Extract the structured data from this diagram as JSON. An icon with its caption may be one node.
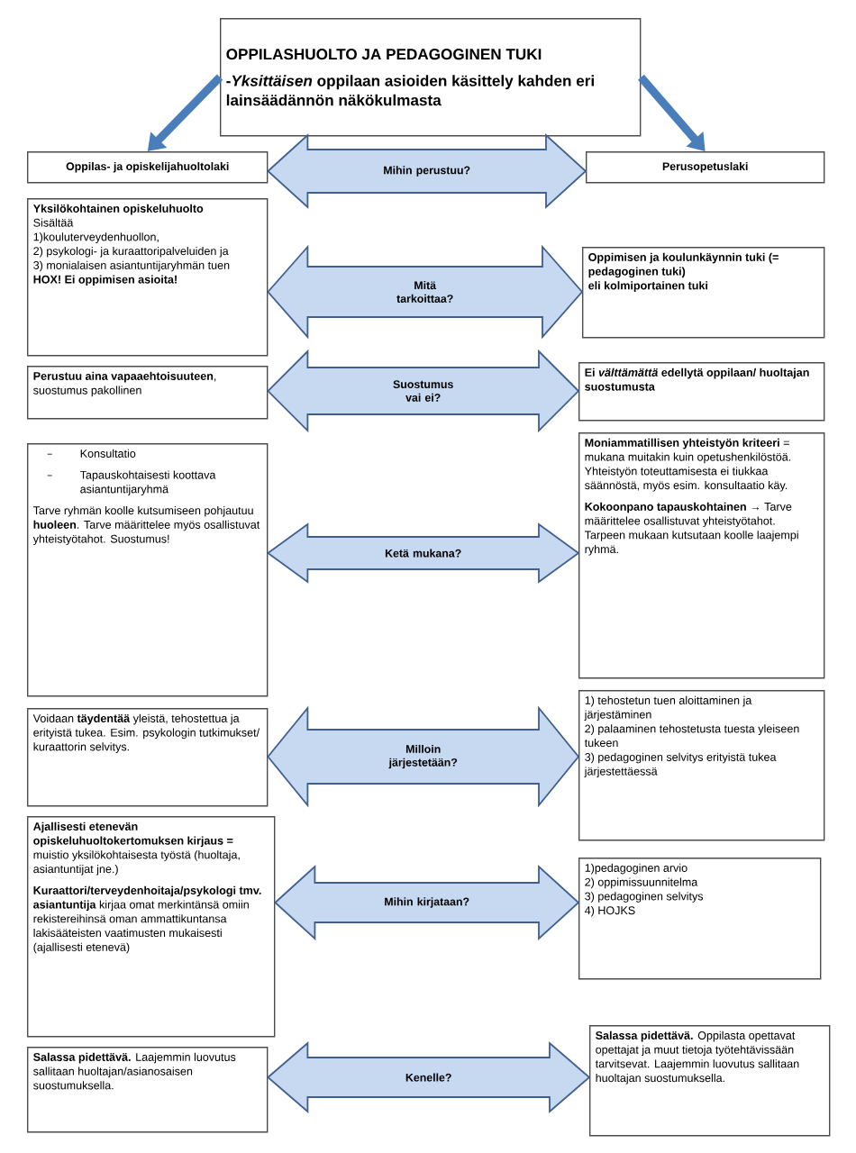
{
  "diagram": {
    "nodes": [
      {
        "text": [
          "OPPILASHUOLTO JA PEDAGOGINEN TUKI",
          "-*Yksittäisen* oppilaan asioiden käsittely kahden eri lainsäädännön näkökulmasta"
        ]
      },
      {
        "text": [
          "Oppilas- ja opiskelijahuoltolaki"
        ]
      },
      {
        "text": [
          "Perusopetuslaki"
        ]
      },
      {
        "text": [
          "Yksilökohtainen opiskeluhuolto",
          "Sisältää",
          "1)kouluterveydenhuollon,",
          "2) psykologi- ja kuraattoripalveluiden ja",
          "3) monialaisen asiantuntijaryhmän tuen",
          "HOX! Ei oppimisen asioita!"
        ]
      },
      {
        "text": [
          "Oppimisen ja koulunkäynnin tuki (= pedagoginen tuki)",
          "eli kolmiportainen tuki"
        ]
      },
      {
        "text": [
          "**Perustuu aina vapaaehtoisuuteen**, suostumus pakollinen"
        ]
      },
      {
        "text": [
          "Ei *välttämättä* edellytä oppilaan/ huoltajan suostumusta"
        ]
      },
      {
        "text": [
          "**Moniammatillisen yhteistyön kriteeri** = mukana muitakin kuin opetushenkilöstöä. Yhteistyön toteuttamisesta ei tiukkaa säännöstä, myös esim. konsultaatio käy.",
          "**Kokoonpano tapauskohtainen →** Tarve määrittelee osallistuvat yhteistyötahot. Tarpeen mukaan kutsutaan koolle laajempi ryhmä."
        ]
      },
      {
        "text": [
          "Konsultatio",
          "Tapauskohtaisesti koottava asiantuntijaryhmä",
          "Tarve ryhmän koolle kutsumiseen pohjautuu **huoleen**. Tarve määrittelee myös osallistuvat yhteistyötahot. Suostumus!"
        ]
      },
      {
        "text": [
          "Voidaan **täydentää** yleistä, tehostettua ja erityistä tukea. Esim. psykologin tutkimukset/ kuraattorin selvitys."
        ]
      },
      {
        "text": [
          "1) tehostetun tuen aloittaminen ja järjestäminen",
          "2) palaaminen tehostetusta tuesta yleiseen tukeen",
          "3) pedagoginen selvitys erityistä tukea järjestettäessä"
        ]
      },
      {
        "text": [
          "**Ajallisesti etenevän opiskeluhuoltokertomuksen kirjaus =** muistio yksilökohtaisesta työstä (huoltaja, asiantuntijat jne.)",
          "**Kuraattori/terveydenhoitaja/psykologi tmv. asiantuntija** kirjaa omat merkintänsä omiin rekistereihinsä oman ammattikuntansa lakisääteisten vaatimusten mukaisesti (ajallisesti etenevä)"
        ]
      },
      {
        "text": [
          "1)pedagoginen arvio",
          "2) oppimissuunnitelma",
          "3) pedagoginen selvitys",
          "4) HOJKS"
        ]
      },
      {
        "text": [
          "**Salassa pidettävä.** Laajemmin luovutus sallitaan huoltajan/asianosaisen suostumuksella."
        ]
      },
      {
        "text": [
          "**Salassa pidettävä.** Oppilasta opettavat opettajat ja muut tietoja työtehtävissään tarvitsevat. Laajemmin luovutus sallitaan huoltajan suostumuksella."
        ]
      }
    ],
    "edges": [
      {
        "from": 0,
        "to": 1,
        "arrow": "to"
      },
      {
        "from": 0,
        "to": 2,
        "arrow": "to"
      },
      {
        "from": 1,
        "to": 2,
        "arrow": "both",
        "label": "Mihin perustuu?"
      },
      {
        "from": 3,
        "to": 4,
        "arrow": "both",
        "label": "Mitä tarkoittaa?"
      },
      {
        "from": 5,
        "to": 6,
        "arrow": "both",
        "label": "Suostumus vai ei?"
      },
      {
        "from": 8,
        "to": 7,
        "arrow": "both",
        "label": "Ketä mukana?"
      },
      {
        "from": 9,
        "to": 10,
        "arrow": "both",
        "label": "Milloin järjestetään?"
      },
      {
        "from": 11,
        "to": 12,
        "arrow": "both",
        "label": "Mihin kirjataan?"
      },
      {
        "from": 13,
        "to": 14,
        "arrow": "both",
        "label": "Kenelle?"
      }
    ]
  }
}
